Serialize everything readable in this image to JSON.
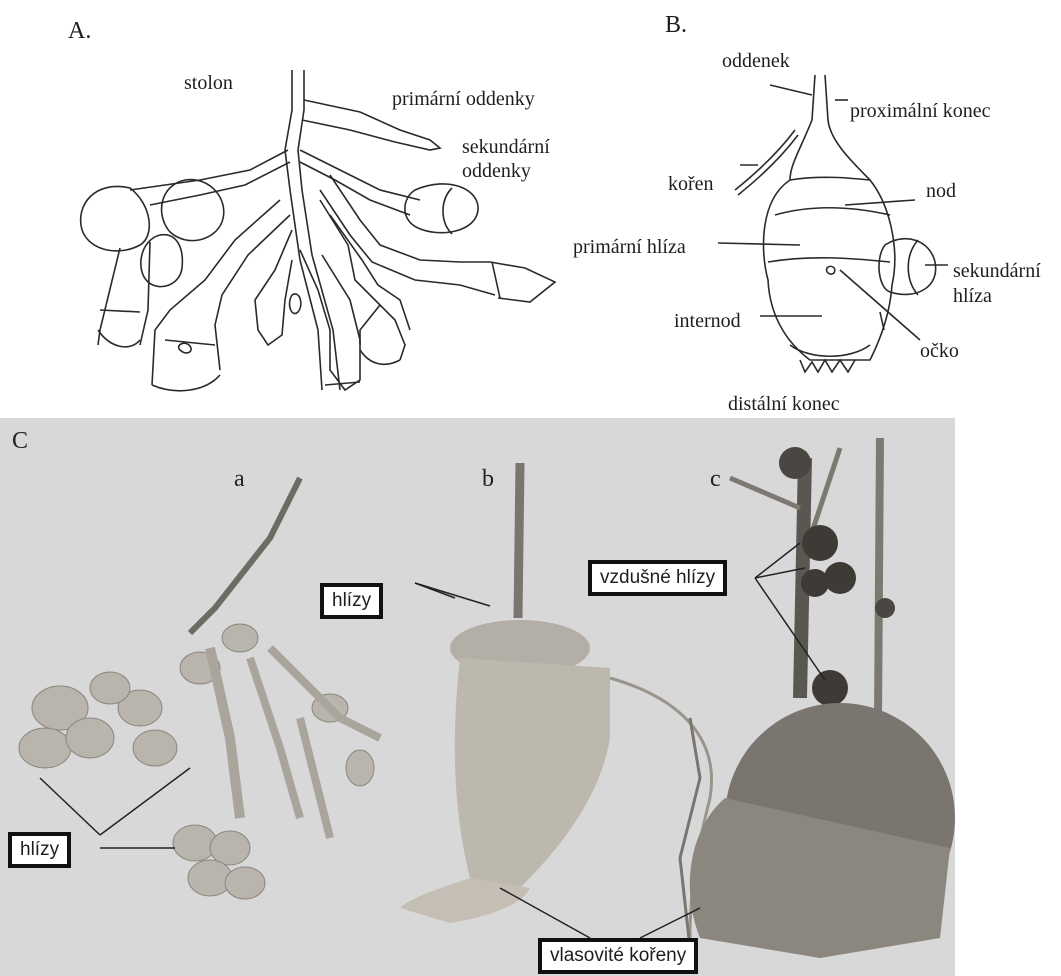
{
  "panelA": {
    "letter": "A.",
    "labels": {
      "stolon": "stolon",
      "primary": "primární oddenky",
      "secondary1": "sekundární",
      "secondary2": "oddenky"
    }
  },
  "panelB": {
    "letter": "B.",
    "labels": {
      "rhizome": "oddenek",
      "proximal": "proximální konec",
      "root": "kořen",
      "node": "nod",
      "primary_tuber": "primární hlíza",
      "secondary1": "sekundární",
      "secondary2": "hlíza",
      "internode": "internod",
      "eye": "očko",
      "distal": "distální konec"
    }
  },
  "panelC": {
    "letter": "C",
    "sub_a": "a",
    "sub_b": "b",
    "sub_c": "c",
    "boxes": {
      "tubers_left": "hlízy",
      "tubers_mid": "hlízy",
      "aerial": "vzdušné hlízy",
      "roots": "vlasovité kořeny"
    }
  }
}
